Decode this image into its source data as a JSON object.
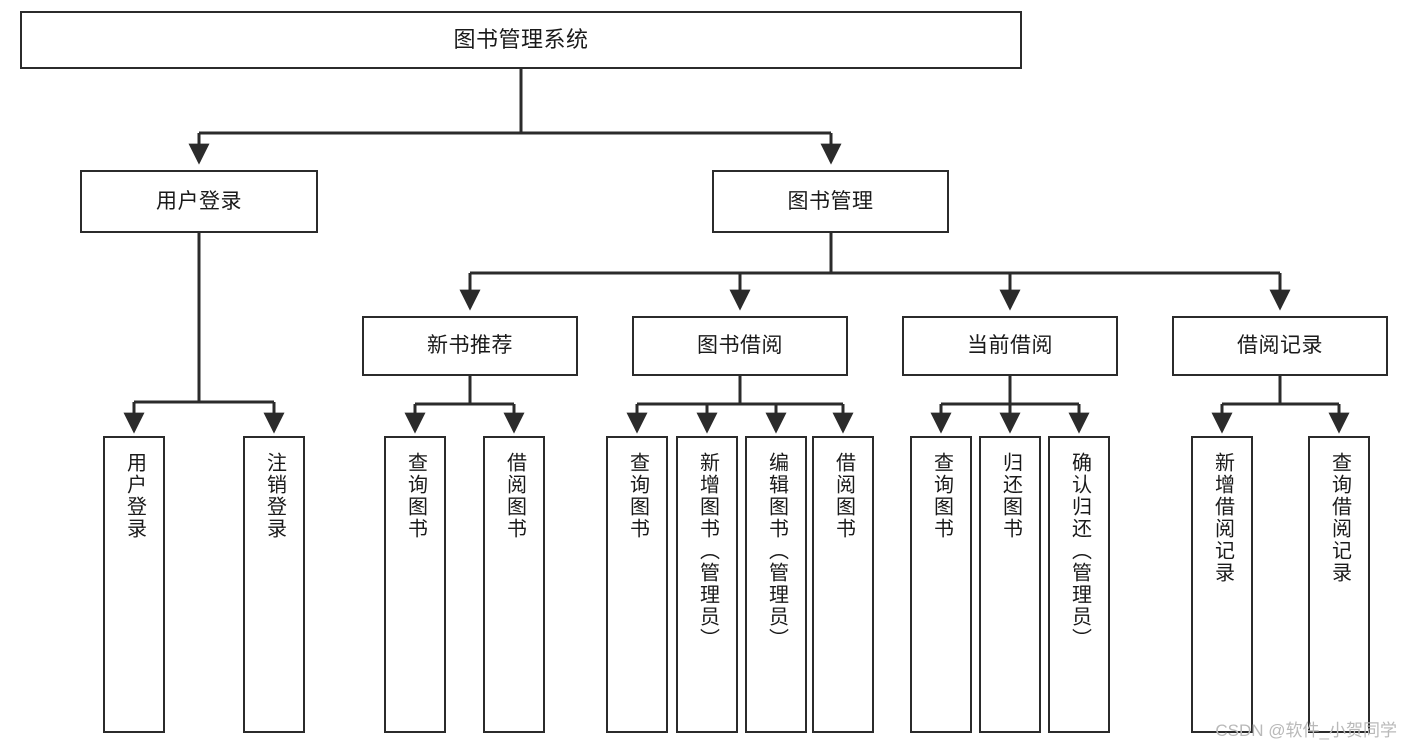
{
  "diagram": {
    "title": "图书管理系统",
    "type": "tree",
    "watermark": "CSDN @软件_小贺同学",
    "colors": {
      "stroke": "#2b2b2b",
      "fill": "#ffffff",
      "text": "#1a1a1a",
      "watermark": "#b9b9b9"
    },
    "nodes": {
      "root": {
        "label": "图书管理系统"
      },
      "level2": [
        {
          "id": "user-login",
          "label": "用户登录"
        },
        {
          "id": "book-management",
          "label": "图书管理"
        }
      ],
      "level3": [
        {
          "id": "new-book-recommend",
          "label": "新书推荐"
        },
        {
          "id": "book-borrow",
          "label": "图书借阅"
        },
        {
          "id": "current-borrow",
          "label": "当前借阅"
        },
        {
          "id": "borrow-record",
          "label": "借阅记录"
        }
      ],
      "leaves": {
        "user_login": [
          {
            "id": "leaf-user-login",
            "label": "用户登录"
          },
          {
            "id": "leaf-logout-login",
            "label": "注销登录"
          }
        ],
        "new_book_recommend": [
          {
            "id": "leaf-query-book-1",
            "label": "查询图书"
          },
          {
            "id": "leaf-borrow-book-1",
            "label": "借阅图书"
          }
        ],
        "book_borrow": [
          {
            "id": "leaf-query-book-2",
            "label": "查询图书"
          },
          {
            "id": "leaf-add-book-admin",
            "label": "新增图书（管理员）"
          },
          {
            "id": "leaf-edit-book-admin",
            "label": "编辑图书（管理员）"
          },
          {
            "id": "leaf-borrow-book-2",
            "label": "借阅图书"
          }
        ],
        "current_borrow": [
          {
            "id": "leaf-query-book-3",
            "label": "查询图书"
          },
          {
            "id": "leaf-return-book",
            "label": "归还图书"
          },
          {
            "id": "leaf-confirm-return-admin",
            "label": "确认归还（管理员）"
          }
        ],
        "borrow_record": [
          {
            "id": "leaf-add-borrow-record",
            "label": "新增借阅记录"
          },
          {
            "id": "leaf-query-borrow-record",
            "label": "查询借阅记录"
          }
        ]
      }
    }
  }
}
